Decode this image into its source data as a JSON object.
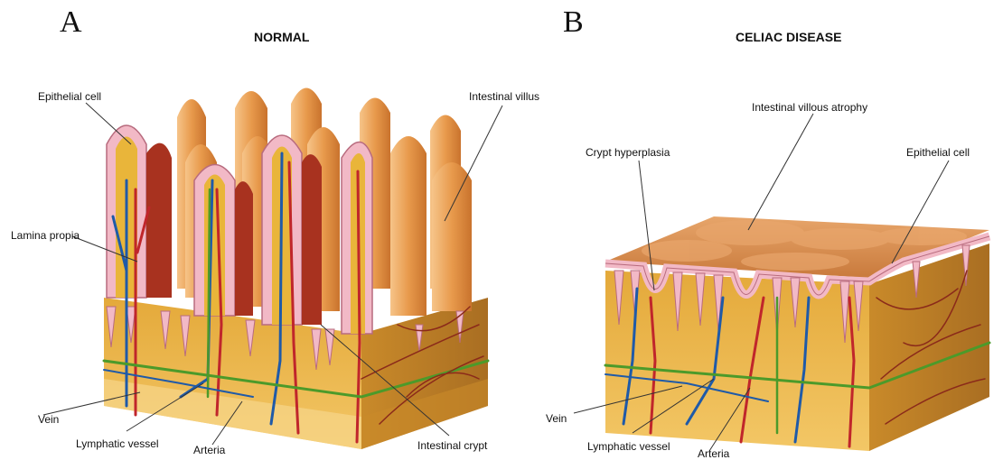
{
  "panel_a": {
    "letter": "A",
    "title": "NORMAL",
    "labels": {
      "epithelial_cell": "Epithelial cell",
      "intestinal_villus": "Intestinal villus",
      "lamina_propia": "Lamina propia",
      "vein": "Vein",
      "lymphatic_vessel": "Lymphatic vessel",
      "arteria": "Arteria",
      "intestinal_crypt": "Intestinal crypt"
    }
  },
  "panel_b": {
    "letter": "B",
    "title": "CELIAC DISEASE",
    "labels": {
      "intestinal_villous_atrophy": "Intestinal villous atrophy",
      "crypt_hyperplasia": "Crypt hyperplasia",
      "epithelial_cell": "Epithelial cell",
      "vein": "Vein",
      "lymphatic_vessel": "Lymphatic vessel",
      "arteria": "Arteria"
    }
  },
  "colors": {
    "tissue_yellow": "#e9b53a",
    "tissue_side": "#d1912a",
    "villus_orange": "#e89a4c",
    "villus_dark": "#a8321f",
    "epithelium_pink": "#f2b9c6",
    "vein_blue": "#1f5aa8",
    "artery_red": "#c0262b",
    "lymph_green": "#4c9a2a"
  }
}
